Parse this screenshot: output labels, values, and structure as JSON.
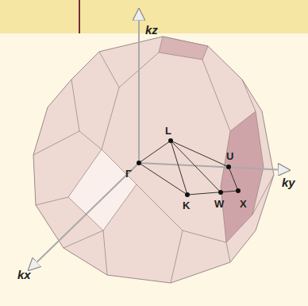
{
  "diagram": {
    "labels": [
      "kz",
      "L",
      "U",
      "Γ",
      "K",
      "W",
      "X",
      "ky",
      "kx"
    ]
  }
}
